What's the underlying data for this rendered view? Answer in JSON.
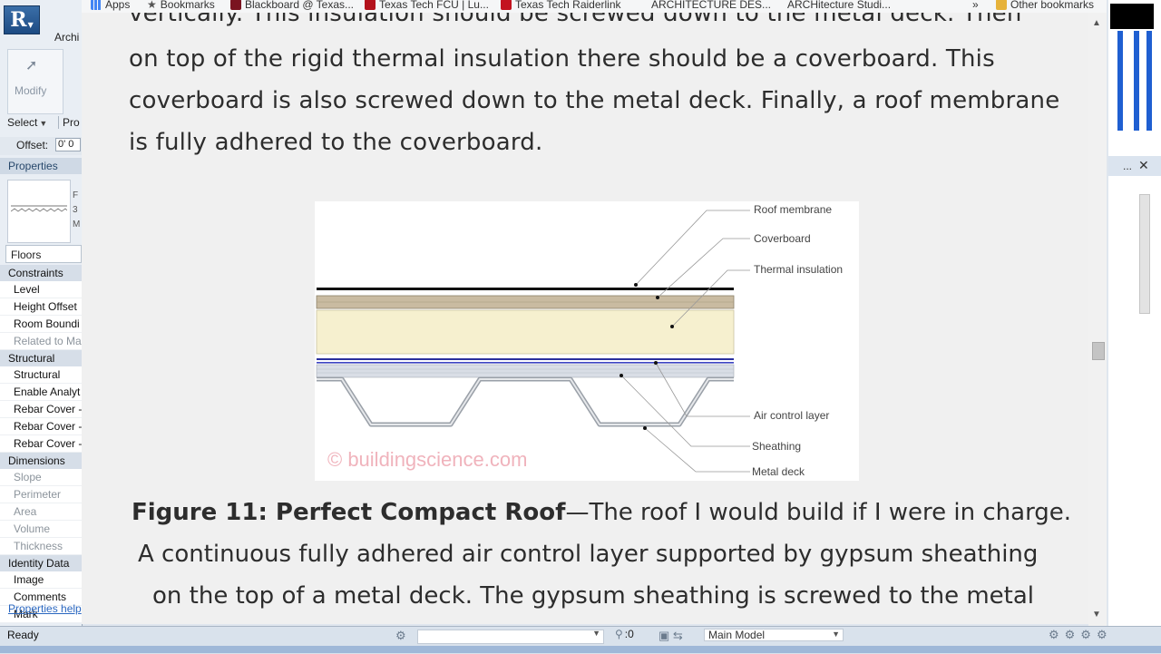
{
  "revit": {
    "app_button": "R",
    "tab_partial": "Archi",
    "modify_label": "Modify",
    "select_label": "Select",
    "properties_tab_partial": "Pro",
    "offset_label": "Offset:",
    "offset_value": "0'  0",
    "properties_header": "Properties",
    "type_text_lines": [
      "F",
      "3",
      "M"
    ],
    "floors_dropdown": "Floors",
    "rows": [
      {
        "label": "Constraints",
        "kind": "cat"
      },
      {
        "label": "Level",
        "kind": "item"
      },
      {
        "label": "Height Offset",
        "kind": "item"
      },
      {
        "label": "Room Boundi",
        "kind": "item"
      },
      {
        "label": "Related to Ma",
        "kind": "dis"
      },
      {
        "label": "Structural",
        "kind": "cat"
      },
      {
        "label": "Structural",
        "kind": "item"
      },
      {
        "label": "Enable Analyt",
        "kind": "item"
      },
      {
        "label": "Rebar Cover -",
        "kind": "item"
      },
      {
        "label": "Rebar Cover -",
        "kind": "item"
      },
      {
        "label": "Rebar Cover -",
        "kind": "item"
      },
      {
        "label": "Dimensions",
        "kind": "cat"
      },
      {
        "label": "Slope",
        "kind": "dis"
      },
      {
        "label": "Perimeter",
        "kind": "dis"
      },
      {
        "label": "Area",
        "kind": "dis"
      },
      {
        "label": "Volume",
        "kind": "dis"
      },
      {
        "label": "Thickness",
        "kind": "dis"
      },
      {
        "label": "Identity Data",
        "kind": "cat"
      },
      {
        "label": "Image",
        "kind": "item"
      },
      {
        "label": "Comments",
        "kind": "item"
      },
      {
        "label": "Mark",
        "kind": "item"
      }
    ],
    "properties_help": "Properties help"
  },
  "bookmarks": {
    "apps": "Apps",
    "bookmarks": "Bookmarks",
    "blackboard": "Blackboard @ Texas...",
    "ttfcu": "Texas Tech FCU | Lu...",
    "raiderlink": "Texas Tech Raiderlink",
    "arch_des": "ARCHITECTURE DES...",
    "arch_studi": "ARCHitecture Studi...",
    "more": "»",
    "other": "Other bookmarks",
    "colors": {
      "blackboard": "#7a1420",
      "ttfcu": "#b3121c",
      "raiderlink": "#c3131f",
      "folder": "#e6b23a"
    }
  },
  "article": {
    "lines": [
      "vertically.   This insulation should be screwed down to the metal deck. Then",
      "on top of the rigid thermal insulation there should be a coverboard. This",
      "coverboard is also screwed down to the metal deck. Finally, a roof membrane",
      "is fully adhered to the coverboard."
    ],
    "figure_labels": {
      "roof_membrane": "Roof membrane",
      "coverboard": "Coverboard",
      "thermal_insulation": "Thermal insulation",
      "air_control_layer": "Air control layer",
      "sheathing": "Sheathing",
      "metal_deck": "Metal deck",
      "watermark": "© buildingscience.com"
    },
    "caption": {
      "bold": "Figure 11: Perfect Compact Roof",
      "rest": "—The roof I would build if I were in charge.",
      "line2": "A continuous fully adhered air control layer supported by gypsum sheathing",
      "line3": "on the top of a metal deck. The gypsum sheathing is screwed to the metal"
    }
  },
  "right_panel": {
    "dots": "...",
    "close": "✕"
  },
  "status": {
    "ready": "Ready",
    "zero": ":0",
    "model": "Main Model"
  }
}
